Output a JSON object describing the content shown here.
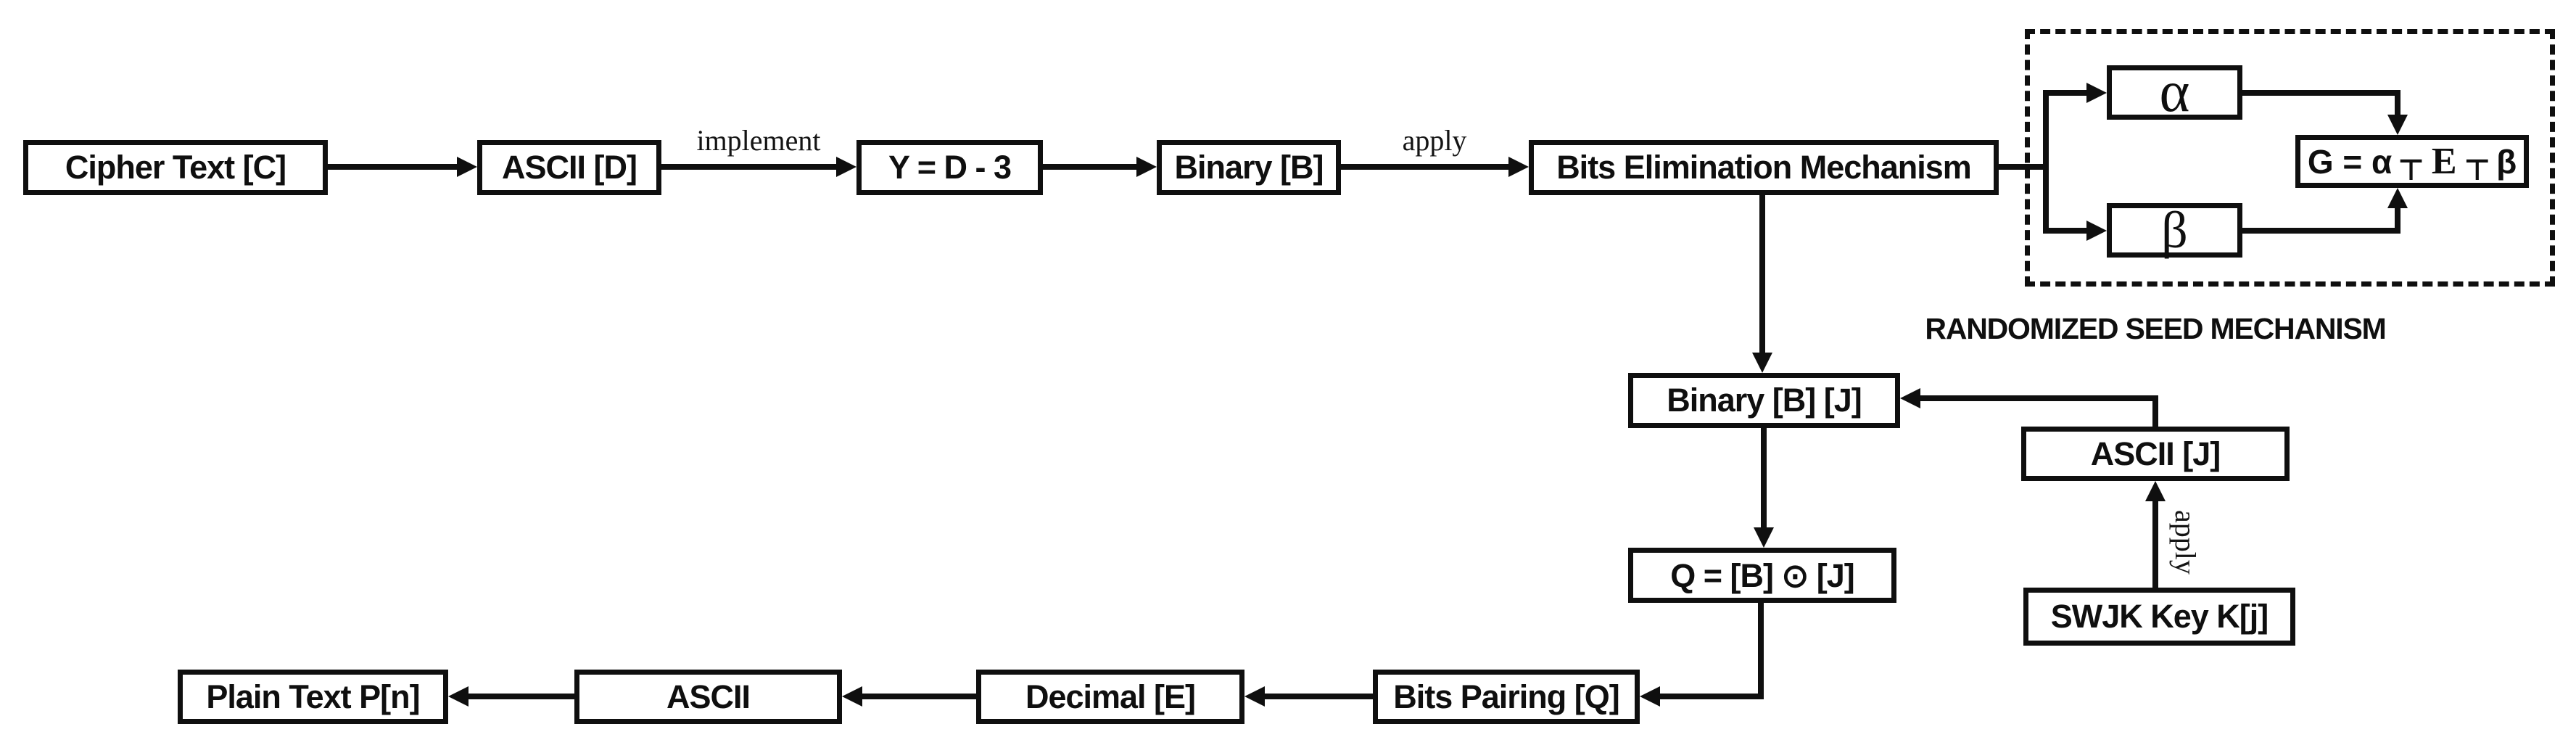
{
  "figure": {
    "background": "#ffffff",
    "line_color": "#0f0f0f",
    "boxes": {
      "cipher_text": "Cipher Text [C]",
      "ascii_d": "ASCII [D]",
      "y_formula": "Y = D - 3",
      "binary_b": "Binary [B]",
      "bits_elimination": "Bits Elimination Mechanism",
      "alpha": "α",
      "beta": "β",
      "binary_bj": "Binary [B] [J]",
      "ascii_j": "ASCII [J]",
      "swjk_key": "SWJK Key K[j]",
      "q_formula": "Q = [B] ⊙ [J]",
      "plain_text": "Plain Text P[n]",
      "ascii_plain": "ASCII",
      "decimal_e": "Decimal [E]",
      "bits_pairing": "Bits Pairing [Q]"
    },
    "g_formula": {
      "prefix": "G = α",
      "tack_1": "⊤",
      "middle": "E",
      "tack_2": "⊤",
      "suffix": "β"
    },
    "edge_labels": {
      "implement": "implement",
      "apply": "apply",
      "apply_vertical": "apply"
    },
    "caption": "RANDOMIZED SEED MECHANISM"
  }
}
